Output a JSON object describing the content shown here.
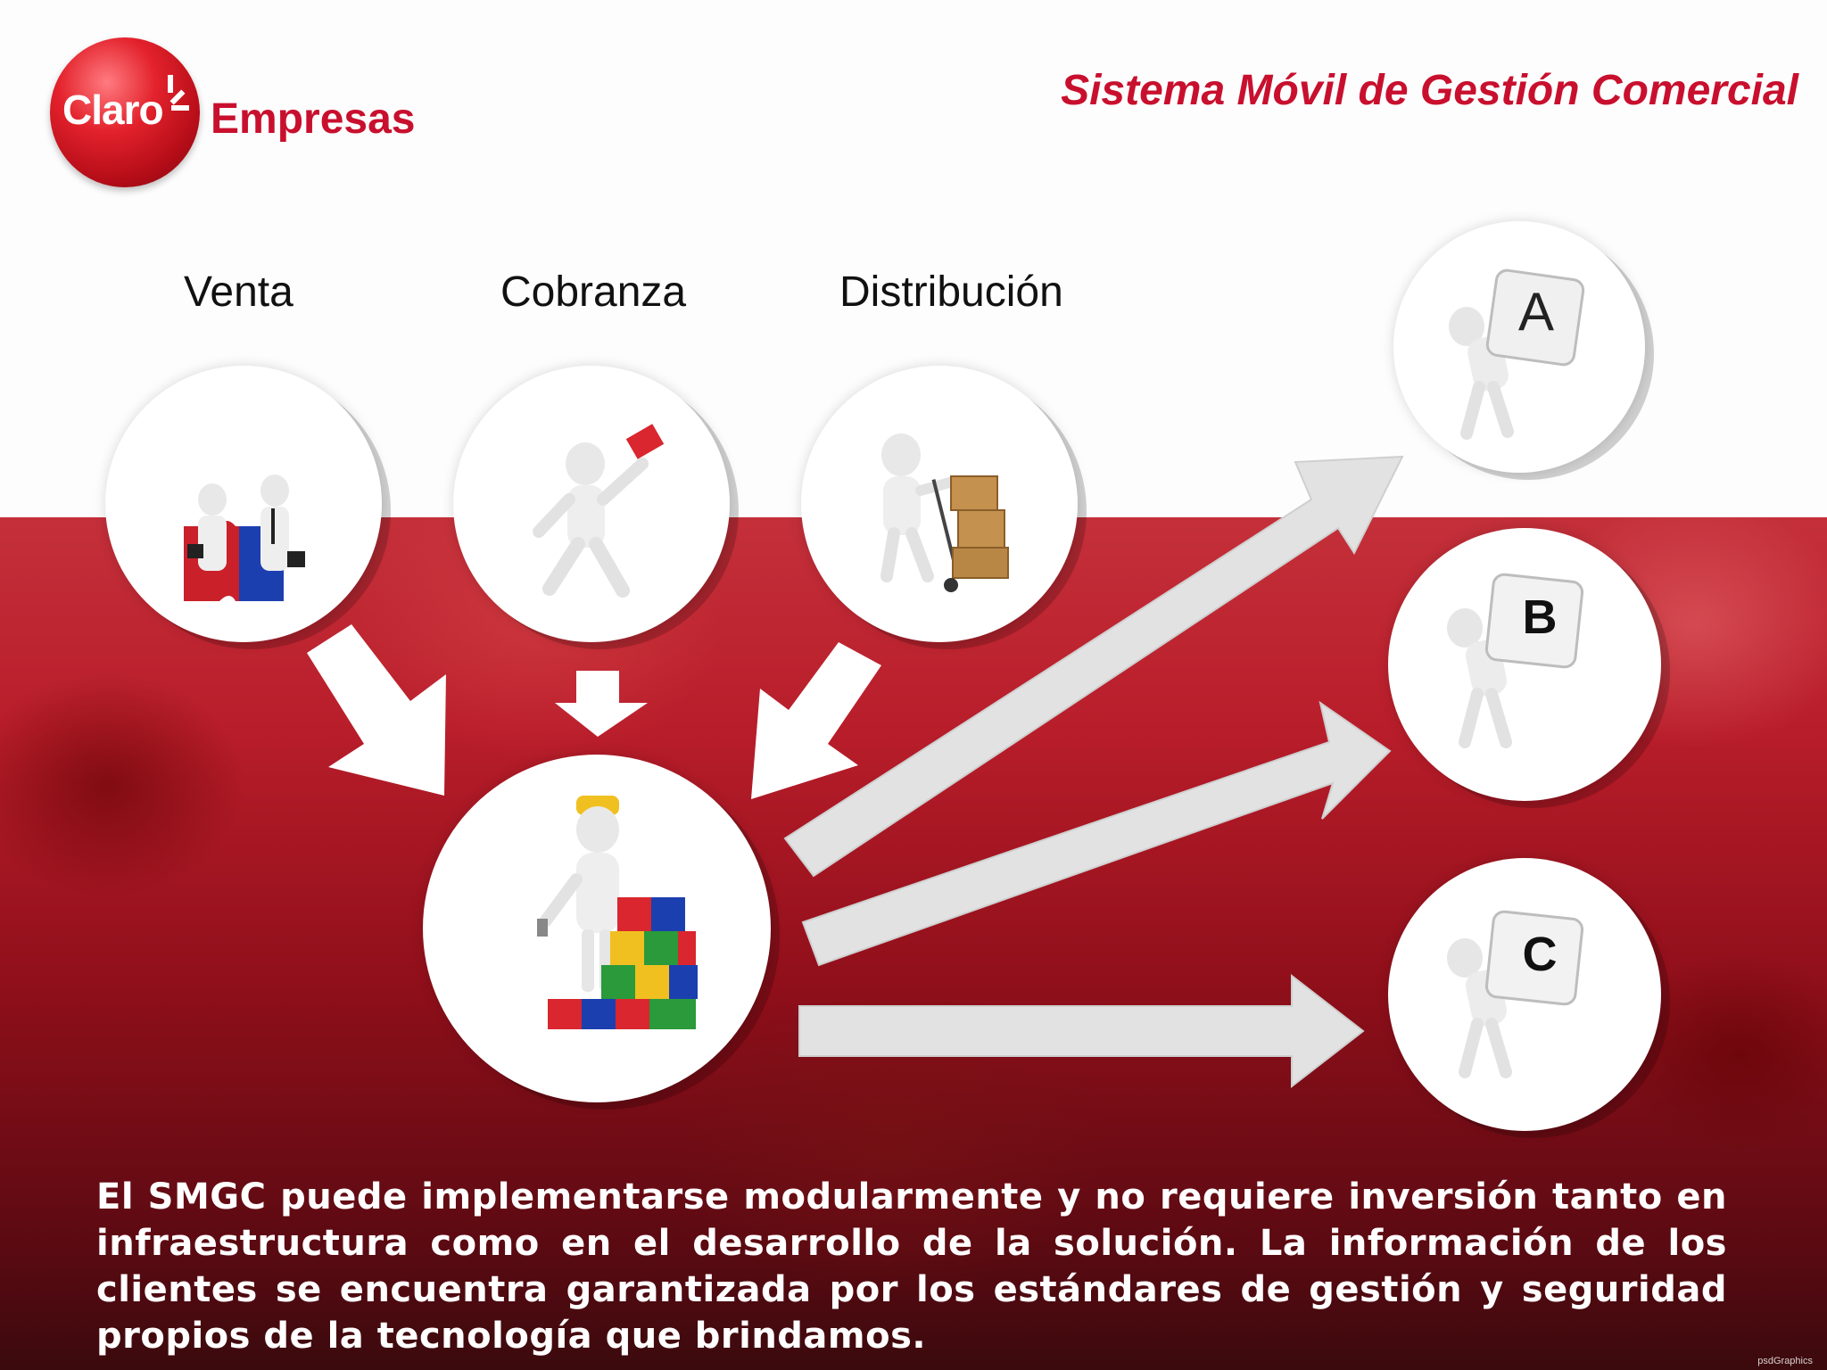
{
  "logo": {
    "brand": "Claro",
    "sub": "Empresas"
  },
  "title": "Sistema Móvil de Gestión Comercial",
  "modules": [
    {
      "label": "Venta",
      "icon": "handshake-puzzle-icon"
    },
    {
      "label": "Cobranza",
      "icon": "running-messenger-icon"
    },
    {
      "label": "Distribución",
      "icon": "hand-truck-boxes-icon"
    }
  ],
  "center": {
    "icon": "puzzle-builder-icon"
  },
  "outputs": [
    {
      "letter": "A",
      "icon": "figure-carrying-key-a-icon"
    },
    {
      "letter": "B",
      "icon": "figure-carrying-key-b-icon"
    },
    {
      "letter": "C",
      "icon": "figure-carrying-key-c-icon"
    }
  ],
  "description": "El SMGC puede implementarse modularmente y no requiere inversión tanto en infraestructura como en el desarrollo de la solución. La información de los clientes se encuentra garantizada por los estándares de gestión y seguridad propios de la tecnología que brindamos.",
  "footer": "psdGraphics",
  "colors": {
    "brand_red": "#c8102e",
    "background_red": "#b81d2a",
    "arrow_white": "#ffffff",
    "arrow_grey": "#e0e0e0"
  }
}
